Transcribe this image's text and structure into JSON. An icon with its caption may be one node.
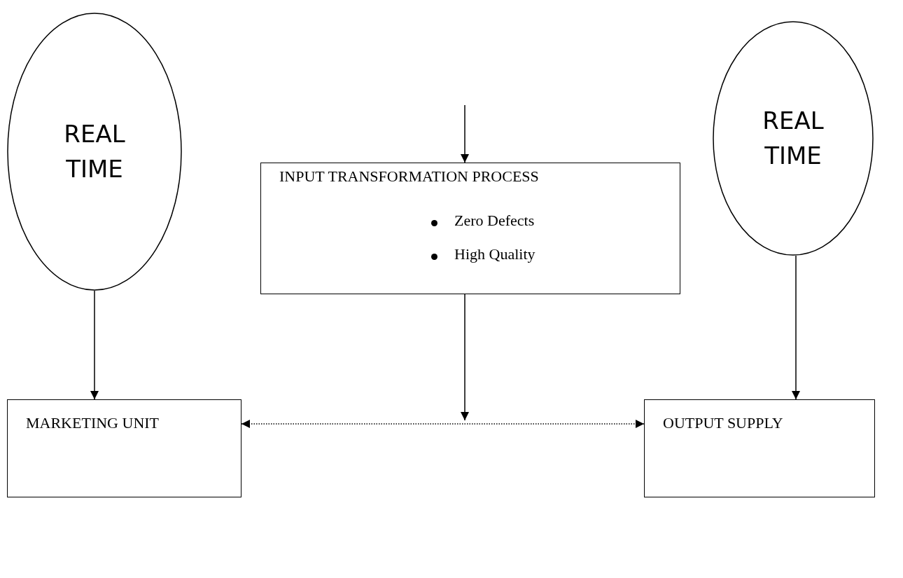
{
  "diagram": {
    "nodes": [
      {
        "text": [
          "REAL TIME"
        ]
      },
      {
        "text": [
          "REAL TIME"
        ]
      },
      {
        "text": [
          "INPUT TRANSFORMATION PROCESS",
          "Zero Defects",
          "High Quality"
        ]
      },
      {
        "text": [
          "MARKETING UNIT"
        ]
      },
      {
        "text": [
          "OUTPUT SUPPLY"
        ]
      }
    ],
    "edges": [
      {
        "from": null,
        "to": 2,
        "arrow": "to"
      },
      {
        "from": 0,
        "to": 3,
        "arrow": "to"
      },
      {
        "from": 1,
        "to": 4,
        "arrow": "to"
      },
      {
        "from": 2,
        "to": null,
        "arrow": "to"
      },
      {
        "from": 3,
        "to": 4,
        "arrow": "both",
        "style": "dashed"
      }
    ]
  }
}
